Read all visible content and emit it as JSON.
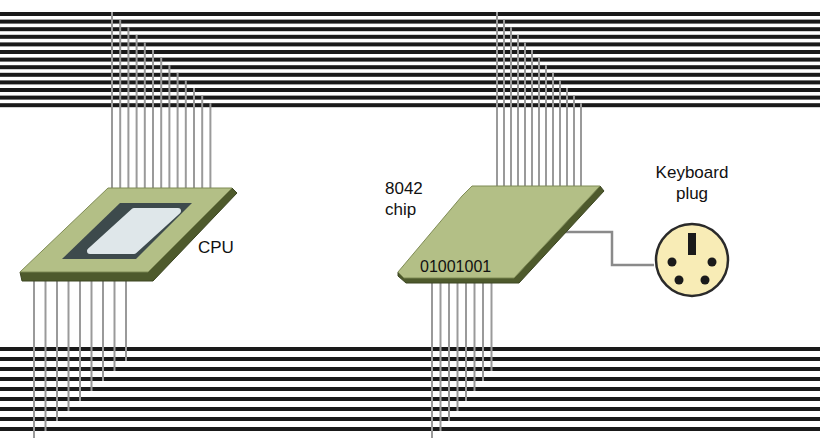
{
  "diagram": {
    "nodes": [
      {
        "text": [
          "CPU"
        ]
      },
      {
        "text": [
          "8042 chip",
          "01001001"
        ]
      },
      {
        "text": [
          "Keyboard plug"
        ]
      }
    ],
    "edges": [
      {
        "from": 1,
        "to": 2,
        "arrow": "none"
      }
    ]
  }
}
